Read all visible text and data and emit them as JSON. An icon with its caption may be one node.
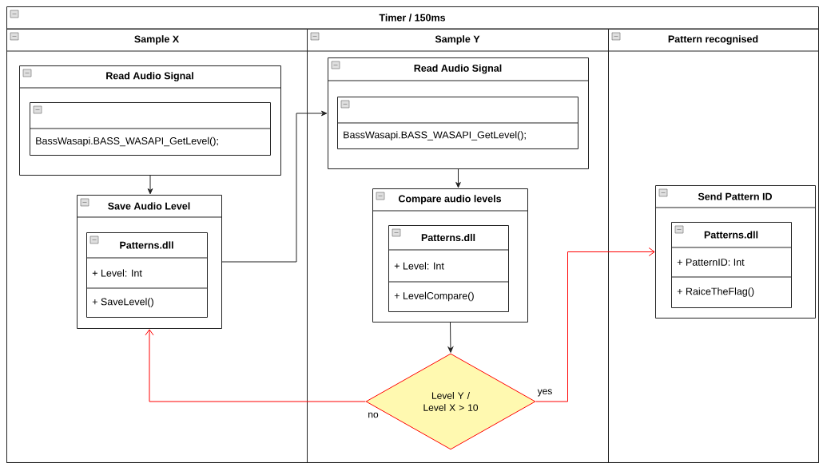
{
  "diagram": {
    "nodes": [
      {
        "text": [
          "Timer / 150ms"
        ]
      },
      {
        "text": [
          "Sample X"
        ],
        "in": 0
      },
      {
        "text": [
          "Sample Y"
        ],
        "in": 0
      },
      {
        "text": [
          "Pattern recognised"
        ],
        "in": 0
      },
      {
        "text": [
          "Read Audio Signal"
        ],
        "in": 1
      },
      {
        "text": [
          "BassWasapi.BASS_WASAPI_GetLevel();"
        ],
        "in": 4
      },
      {
        "text": [
          "Save Audio Level"
        ],
        "in": 1
      },
      {
        "text": [
          "Patterns.dll",
          "+ Level: Int",
          "+ SaveLevel()"
        ],
        "in": 6
      },
      {
        "text": [
          "Read Audio Signal"
        ],
        "in": 2
      },
      {
        "text": [
          "BassWasapi.BASS_WASAPI_GetLevel();"
        ],
        "in": 8
      },
      {
        "text": [
          "Compare audio levels"
        ],
        "in": 2
      },
      {
        "text": [
          "Patterns.dll",
          "+ Level: Int",
          "+ LevelCompare()"
        ],
        "in": 10
      },
      {
        "text": [
          "Level Y / Level X > 10"
        ],
        "in": 2
      },
      {
        "text": [
          "Send Pattern ID"
        ],
        "in": 3
      },
      {
        "text": [
          "Patterns.dll",
          "+ PatternID: Int",
          "+ RaiceTheFlag()"
        ],
        "in": 13
      }
    ],
    "edges": [
      {
        "from": 4,
        "to": 6,
        "arrow": "to"
      },
      {
        "from": 6,
        "to": 8,
        "arrow": "to"
      },
      {
        "from": 8,
        "to": 10,
        "arrow": "to"
      },
      {
        "from": 10,
        "to": 12,
        "arrow": "to"
      },
      {
        "from": 12,
        "to": 6,
        "arrow": "to",
        "label": "no",
        "color": "#ff0000"
      },
      {
        "from": 12,
        "to": 13,
        "arrow": "to",
        "label": "yes",
        "color": "#ff0000"
      }
    ]
  }
}
